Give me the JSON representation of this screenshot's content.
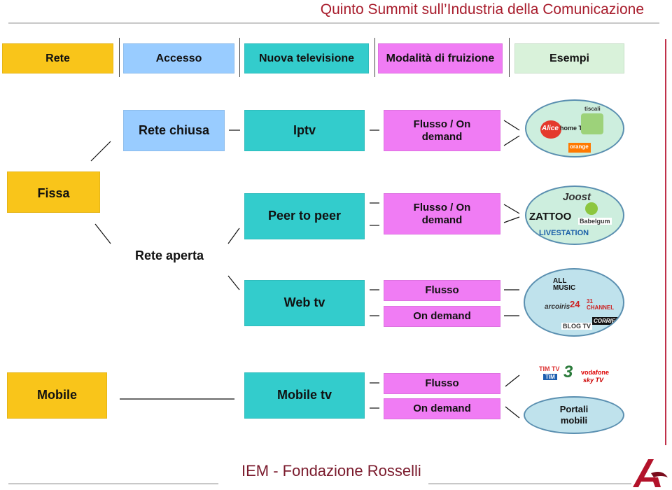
{
  "header": {
    "title": "Quinto Summit sull’Industria della Comunicazione",
    "columns": {
      "rete": "Rete",
      "accesso": "Accesso",
      "nuova_tv": "Nuova televisione",
      "fruizione": "Modalità di fruizione",
      "esempi": "Esempi"
    }
  },
  "rows": {
    "rete_chiusa": "Rete chiusa",
    "iptv": "Iptv",
    "iptv_mode": "Flusso / On demand",
    "fissa": "Fissa",
    "peer": "Peer to peer",
    "peer_mode": "Flusso / On demand",
    "rete_aperta": "Rete aperta",
    "webtv": "Web tv",
    "webtv_flusso": "Flusso",
    "webtv_ondemand": "On demand",
    "mobile": "Mobile",
    "mobiletv": "Mobile tv",
    "mobile_flusso": "Flusso",
    "mobile_ondemand": "On demand",
    "portali": "Portali mobili"
  },
  "logos": {
    "iptv": [
      "Alice",
      "home TV",
      "tiscali",
      "orange"
    ],
    "p2p": [
      "Joost",
      "ZATTOO",
      "Babelgum",
      "LIVESTATION"
    ],
    "webtv": [
      "ALL MUSIC",
      "arcoiris",
      "24",
      "31 CHANNEL",
      "BLOG TV",
      "CORRIERE TV"
    ],
    "mobile": [
      "TIM TV",
      "TIM",
      "3",
      "vodafone",
      "sky TV"
    ]
  },
  "footer": {
    "text": "IEM - Fondazione Rosselli"
  },
  "colors": {
    "yellow": "#f9c51a",
    "blue": "#99ccff",
    "teal": "#33cccc",
    "pink": "#f07cf4",
    "green": "#d9f2da",
    "brand": "#a81c2c"
  }
}
